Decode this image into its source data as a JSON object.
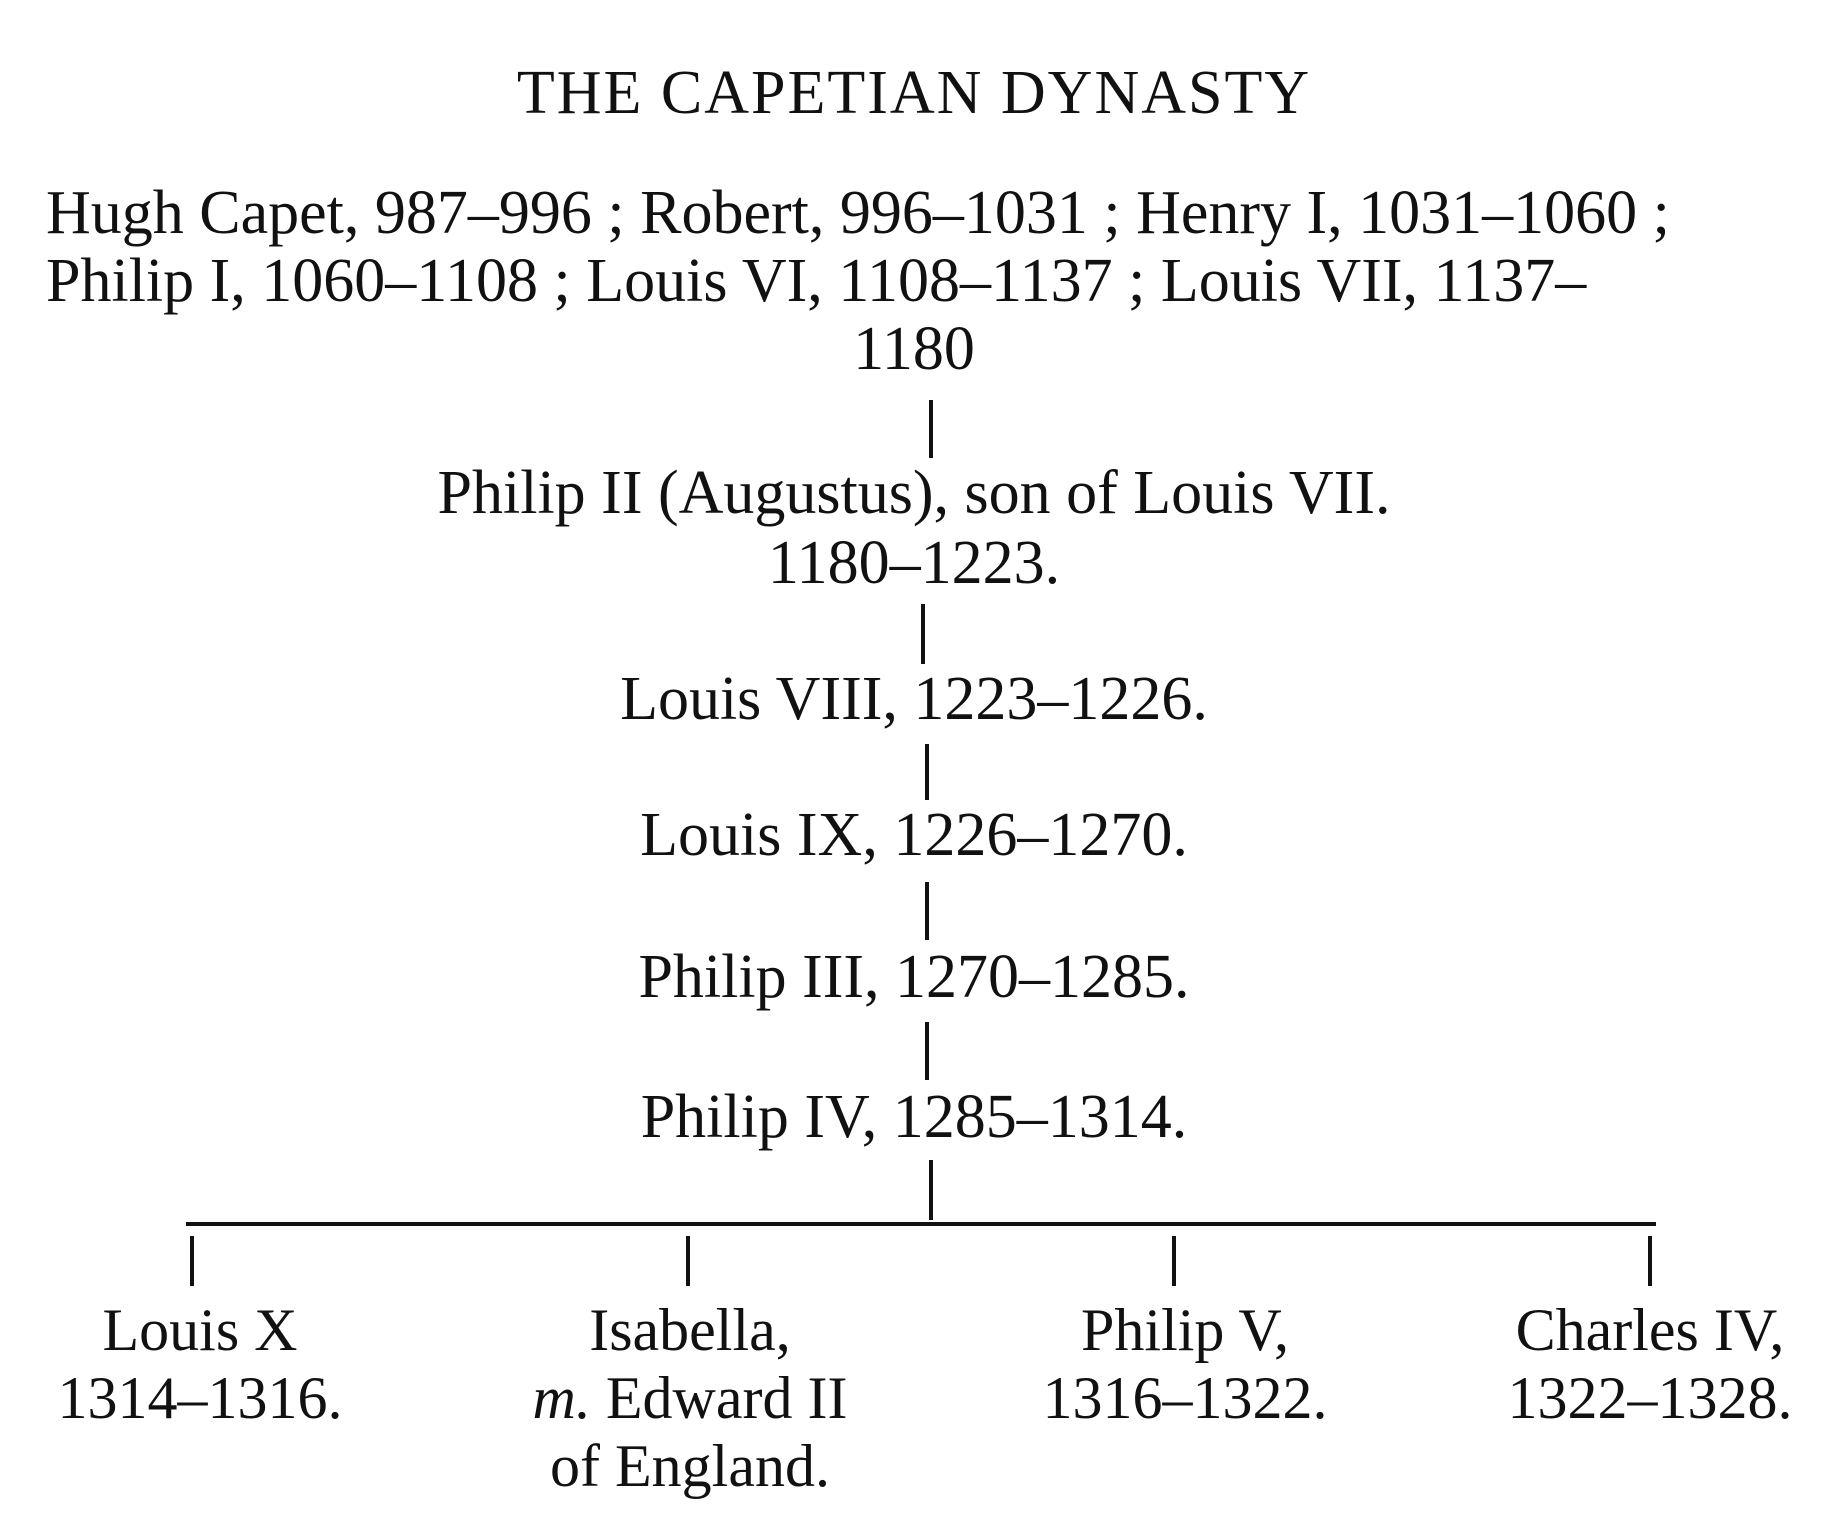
{
  "title": "THE CAPETIAN DYNASTY",
  "early_kings": {
    "line1": "Hugh Capet, 987–996 ;  Robert, 996–1031 ;  Henry I, 1031–1060 ;",
    "line2": "Philip I, 1060–1108 ;  Louis VI, 1108–1137 ;  Louis VII, 1137–",
    "line3": "1180"
  },
  "lineage": [
    {
      "line1": "Philip II (Augustus), son of Louis VII.",
      "line2": "1180–1223."
    },
    {
      "line1": "Louis VIII, 1223–1226."
    },
    {
      "line1": "Louis IX, 1226–1270."
    },
    {
      "line1": "Philip III, 1270–1285."
    },
    {
      "line1": "Philip IV, 1285–1314."
    }
  ],
  "children": [
    {
      "name": "Louis X",
      "dates": "1314–1316."
    },
    {
      "name": "Isabella,",
      "marriage_prefix": "m.",
      "marriage": " Edward II",
      "note": "of England."
    },
    {
      "name": "Philip V,",
      "dates": "1316–1322."
    },
    {
      "name": "Charles IV,",
      "dates": "1322–1328."
    }
  ]
}
